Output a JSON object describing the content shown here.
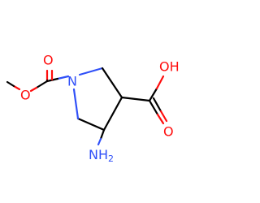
{
  "molecule": {
    "atoms": {
      "carboxyl_oh": {
        "text": "OH",
        "color": "#ff0d0d"
      },
      "carboxyl_o": {
        "text": "O",
        "color": "#ff0d0d"
      },
      "carbamate_o_double": {
        "text": "O",
        "color": "#ff0d0d"
      },
      "carbamate_o_ester": {
        "text": "O",
        "color": "#ff0d0d"
      },
      "ring_n": {
        "text": "N",
        "color": "#3050f8"
      },
      "amine": {
        "text": "NH",
        "subscript": "2",
        "color": "#3050f8"
      }
    },
    "colors": {
      "bond": "#000000",
      "oxygen": "#ff0d0d",
      "nitrogen": "#3050f8",
      "background": "#ffffff"
    }
  }
}
